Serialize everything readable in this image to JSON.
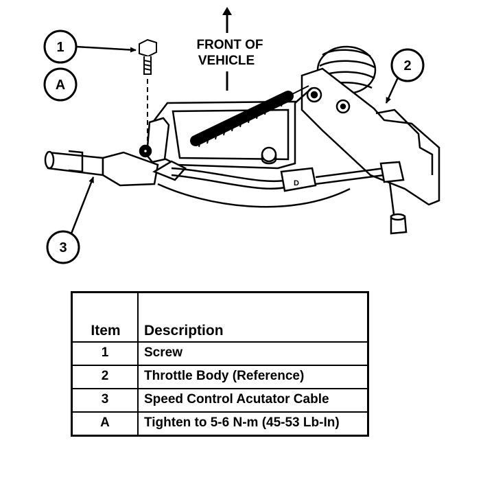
{
  "diagram": {
    "front_label_line1": "FRONT OF",
    "front_label_line2": "VEHICLE",
    "callouts": [
      {
        "id": "1",
        "icon": "screw"
      },
      {
        "id": "A",
        "icon": "torque-spec"
      },
      {
        "id": "2",
        "icon": "throttle-body"
      },
      {
        "id": "3",
        "icon": "actuator-cable"
      }
    ],
    "cable_clip_letter": "D"
  },
  "legend": {
    "header_item": "Item",
    "header_description": "Description",
    "rows": [
      {
        "item": "1",
        "description": "Screw"
      },
      {
        "item": "2",
        "description": "Throttle Body (Reference)"
      },
      {
        "item": "3",
        "description": "Speed Control Acutator Cable"
      },
      {
        "item": "A",
        "description": "Tighten to 5-6 N-m (45-53 Lb-In)"
      }
    ]
  }
}
